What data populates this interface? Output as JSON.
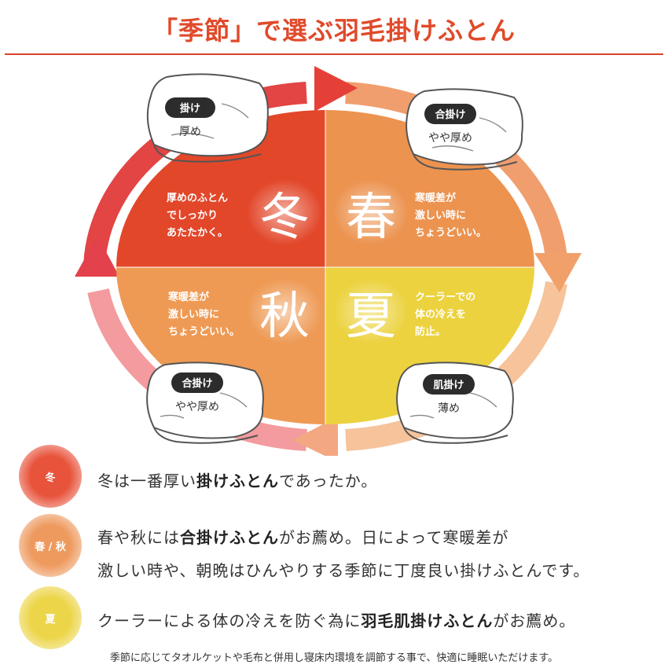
{
  "header": {
    "title": "「季節」で選ぶ羽毛掛けふとん"
  },
  "seasons": {
    "winter": {
      "kanji": "冬",
      "desc": [
        "厚めのふとん",
        "でしっかり",
        "あたたかく。"
      ],
      "color": "#e2472a"
    },
    "spring": {
      "kanji": "春",
      "desc": [
        "寒暖差が",
        "激しい時に",
        "ちょうどいい。"
      ],
      "color": "#ec9350"
    },
    "autumn": {
      "kanji": "秋",
      "desc": [
        "寒暖差が",
        "激しい時に",
        "ちょうどいい。"
      ],
      "color": "#ee9a55"
    },
    "summer": {
      "kanji": "夏",
      "desc": [
        "クーラーでの",
        "体の冷えを",
        "防止。"
      ],
      "color": "#ecd23e"
    }
  },
  "futons": {
    "top_left": {
      "badge": "掛け",
      "sub": "厚め"
    },
    "top_right": {
      "badge": "合掛け",
      "sub": "やや厚め"
    },
    "bottom_left": {
      "badge": "合掛け",
      "sub": "やや厚め"
    },
    "bottom_right": {
      "badge": "肌掛け",
      "sub": "薄め"
    }
  },
  "legend": [
    {
      "circle_label": "冬",
      "color": "#e8533c",
      "lines": [
        {
          "pre": "冬は一番厚い",
          "bold": "掛けふとん",
          "post": "であったか。"
        }
      ]
    },
    {
      "circle_label": "春 / 秋",
      "color": "#ee9a5f",
      "lines": [
        {
          "pre": "春や秋には",
          "bold": "合掛けふとん",
          "post": "がお薦め。日によって寒暖差が"
        },
        {
          "pre": "激しい時や、朝晩はひんやりする季節に丁度良い掛けふとんです。",
          "bold": "",
          "post": ""
        }
      ]
    },
    {
      "circle_label": "夏",
      "color": "#ecd549",
      "lines": [
        {
          "pre": "クーラーによる体の冷えを防ぐ為に",
          "bold": "羽毛肌掛けふとん",
          "post": "がお薦め。"
        }
      ]
    }
  ],
  "footnote": "季節に応じてタオルケットや毛布と併用し寝床内環境を調節する事で、快適に睡眠いただけます。"
}
